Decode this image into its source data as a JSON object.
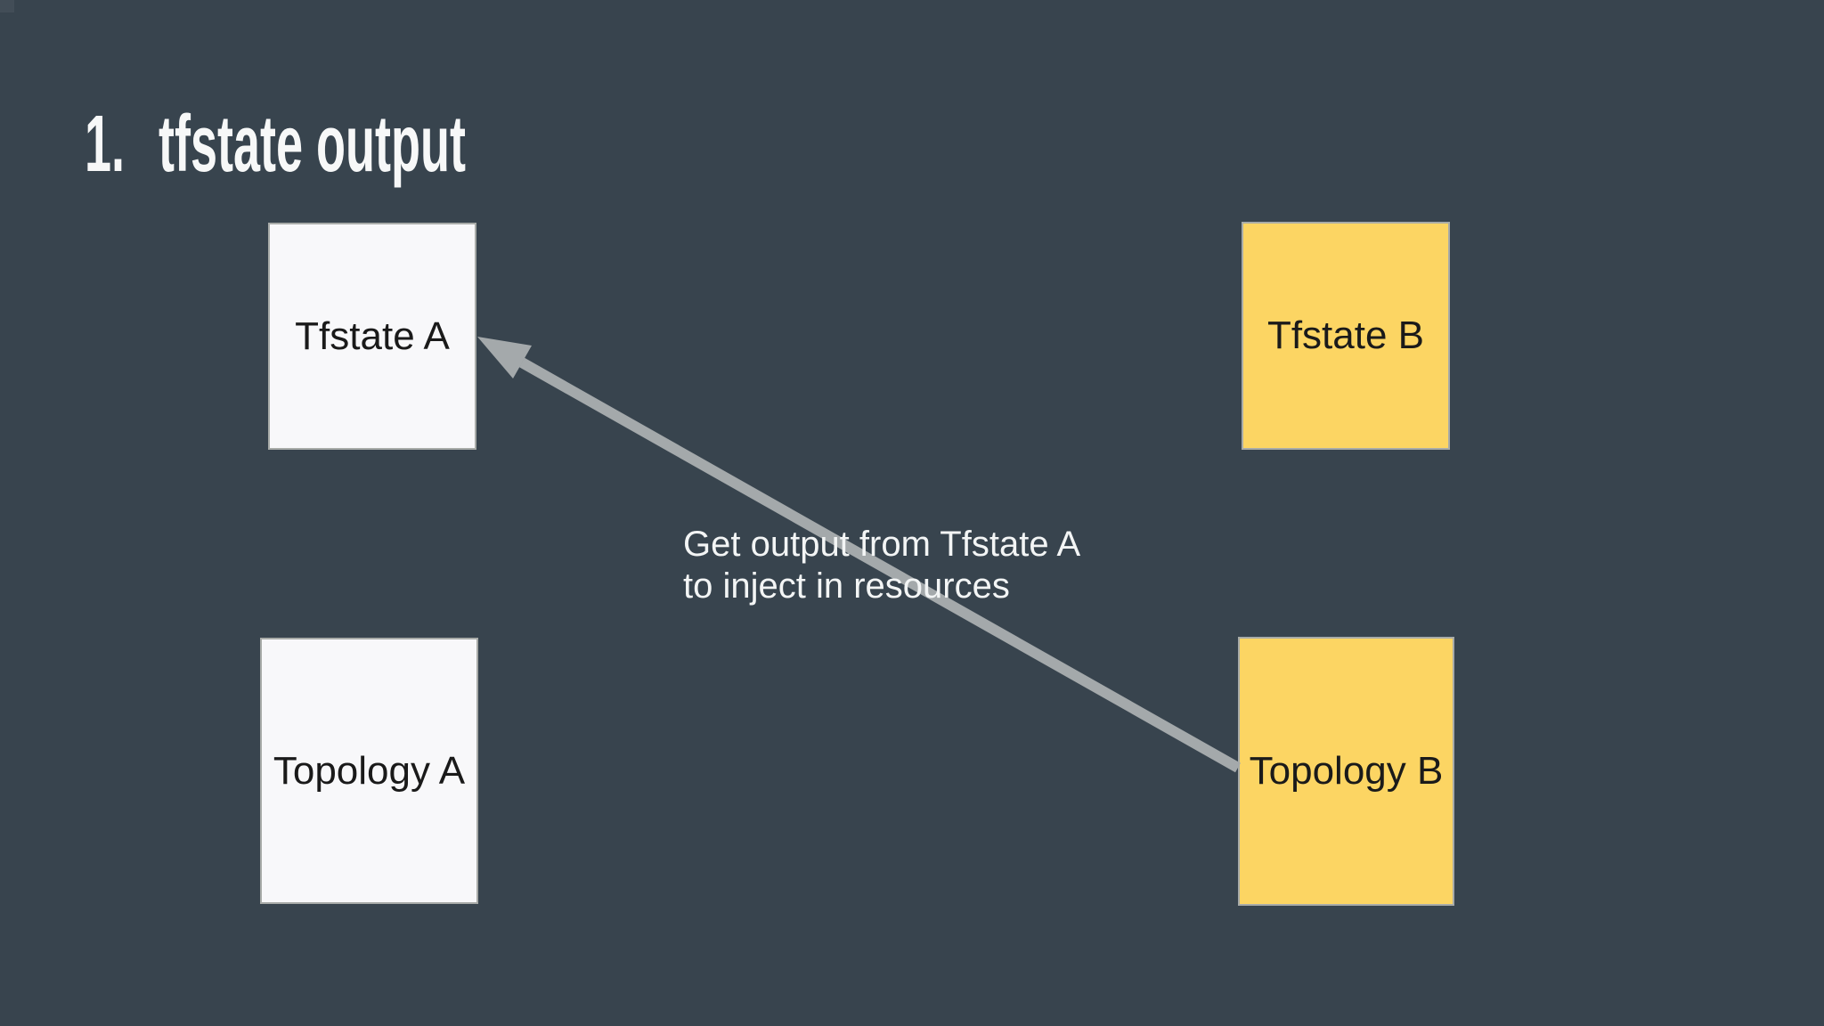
{
  "slide": {
    "title": {
      "number": "1.",
      "text": "tfstate output"
    },
    "boxes": [
      {
        "id": "tfstate-a",
        "label": "Tfstate A",
        "fill": "#f8f8fa"
      },
      {
        "id": "tfstate-b",
        "label": "Tfstate B",
        "fill": "#fcd563"
      },
      {
        "id": "topology-a",
        "label": "Topology A",
        "fill": "#f8f8fa"
      },
      {
        "id": "topology-b",
        "label": "Topology B",
        "fill": "#fcd563"
      }
    ],
    "arrow": {
      "from_box": "Topology B",
      "to_box": "Tfstate A",
      "label_line1": "Get output from Tfstate A",
      "label_line2": "to inject in resources"
    },
    "colors": {
      "background": "#38444e",
      "box_border": "#a8aba8",
      "box_text": "#1a1a1a",
      "arrow": "#a4a9ab",
      "title_text": "#f7f8f8",
      "label_text": "#f3f5f5"
    }
  }
}
